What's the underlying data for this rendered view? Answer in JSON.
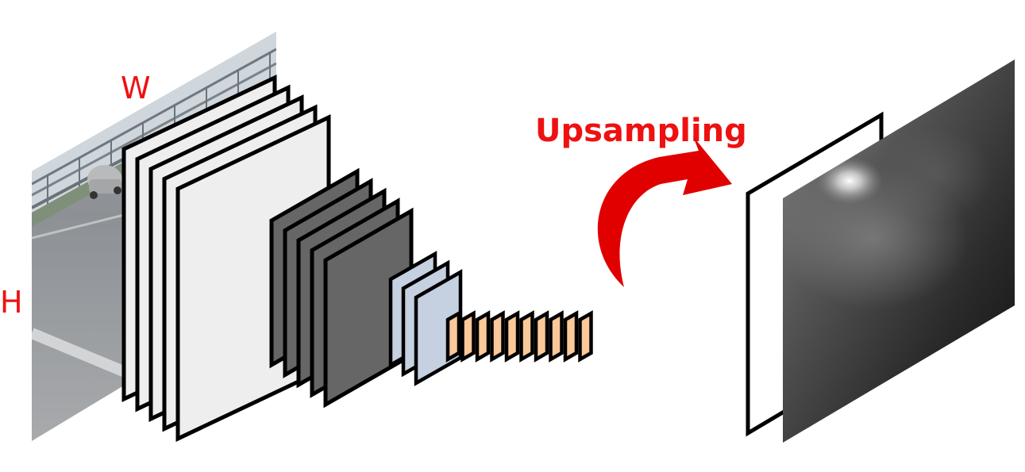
{
  "labels": {
    "width": "W",
    "height": "H",
    "upsampling": "Upsampling"
  },
  "colors": {
    "label": "#ee1111",
    "arrow": "#e00000",
    "layer_stroke": "#000000",
    "layer_white": "#eeeeee",
    "layer_dark": "#666666",
    "layer_blue": "#c5d0e0",
    "layer_orange": "#fbc89a",
    "output_frame": "#ffffff"
  },
  "layer_groups": [
    {
      "name": "light-gray-feature-maps",
      "count": 5,
      "fill": "layer_white"
    },
    {
      "name": "dark-gray-feature-maps",
      "count": 5,
      "fill": "layer_dark"
    },
    {
      "name": "blue-feature-maps",
      "count": 3,
      "fill": "layer_blue"
    },
    {
      "name": "orange-feature-maps",
      "count": 10,
      "fill": "layer_orange"
    }
  ]
}
